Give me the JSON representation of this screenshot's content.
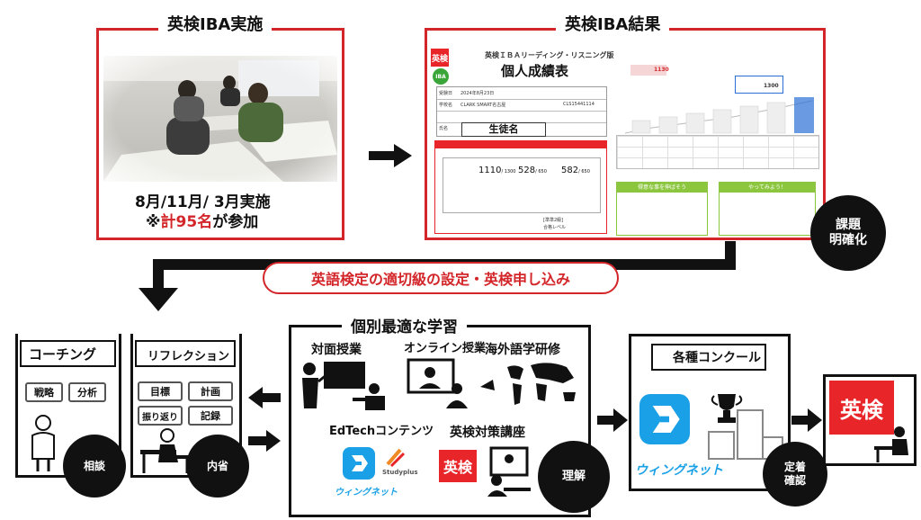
{
  "panel_iba": {
    "title": "英検IBA実施",
    "dates": "8月/11月/ 3月実施",
    "participants_prefix": "※",
    "participants_highlight": "計95名",
    "participants_suffix": "が参加"
  },
  "panel_results": {
    "title": "英検IBA結果",
    "badge": "課題\n明確化",
    "sheet": {
      "logo": "英検",
      "logo_sub": "IBA",
      "header": "英検ＩＢＡリーディング・リスニング版",
      "title": "個人成績表",
      "date_label": "受験日",
      "date": "2024年8月23日",
      "school_label": "学校名",
      "school": "CLARK SMART名古屋",
      "id": "CLS15441114",
      "name_label": "氏名",
      "name": "生徒名",
      "total": "1110",
      "total_max": "/ 1300",
      "reading": "528",
      "reading_max": "/ 650",
      "listening": "582",
      "listening_max": "/ 650",
      "score_1130": "1130",
      "score_1300": "1300",
      "good_label": "得意な事を伸ばそう",
      "try_label": "やってみよう！",
      "level_label": "[準準2級]",
      "level_note": "合格レベル"
    }
  },
  "banner": {
    "text": "英語検定の適切級の設定・英検申し込み",
    "color": "#d3262a"
  },
  "coaching": {
    "title": "コーチング",
    "tags": [
      "戦略",
      "分析"
    ],
    "badge": "相談"
  },
  "reflection": {
    "title": "リフレクション",
    "tags": [
      "目標",
      "計画",
      "振り返り",
      "記録"
    ],
    "badge": "内省"
  },
  "learning": {
    "title": "個別最適な学習",
    "items": {
      "face_to_face": "対面授業",
      "online": "オンライン授業",
      "overseas": "海外語学研修",
      "edtech": "EdTechコンテンツ",
      "eiken_course": "英検対策講座"
    },
    "studyplus": "Studyplus",
    "winnet": "ウィングネット",
    "eiken_logo": "英検",
    "badge": "理解"
  },
  "contests": {
    "title": "各種コンクール",
    "winnet": "ウィングネット",
    "badge": "定着\n確認"
  },
  "final": {
    "eiken_logo": "英検"
  },
  "colors": {
    "accent_red": "#d3262a",
    "eiken_red": "#e8262a",
    "sheet_green": "#8cc63f",
    "winnet_blue": "#1aa0e6",
    "dark": "#111111"
  }
}
